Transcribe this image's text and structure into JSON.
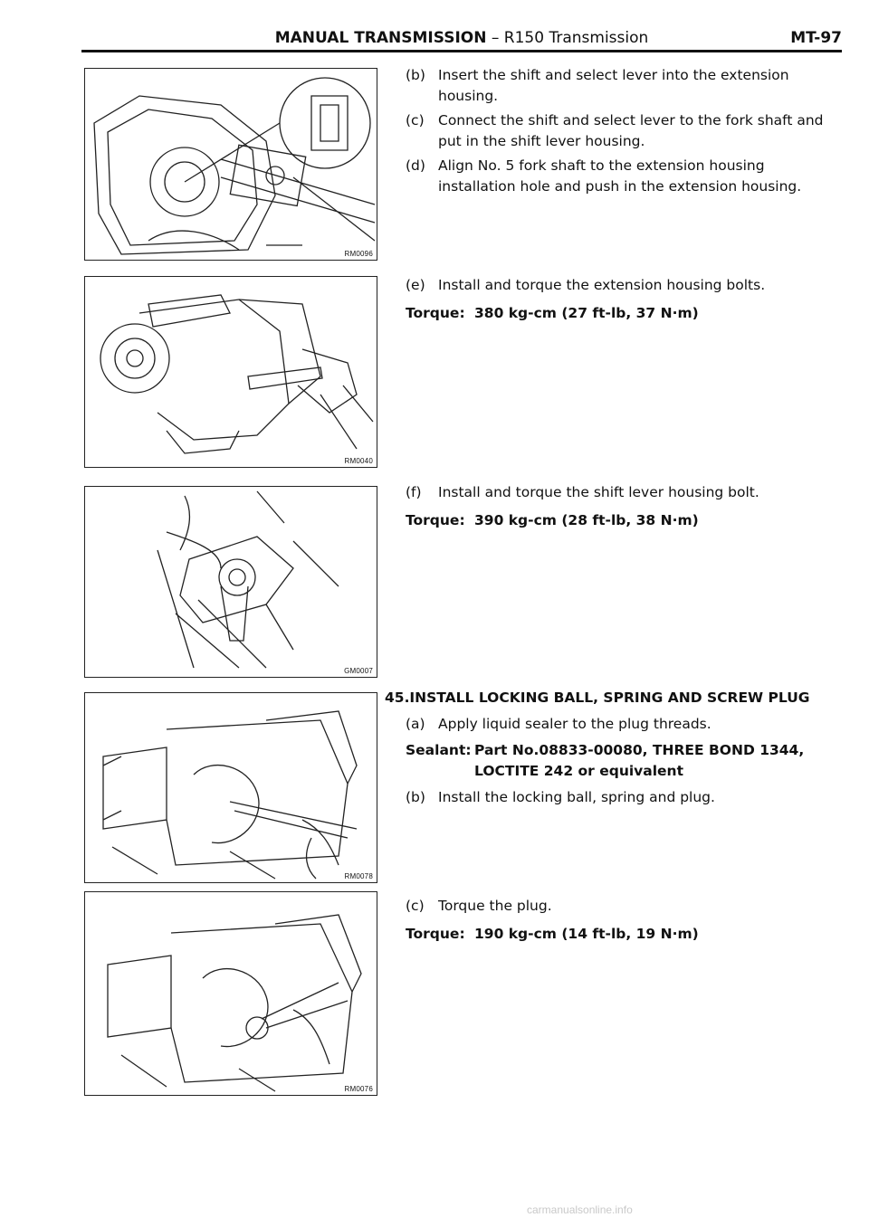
{
  "header": {
    "title_bold": "MANUAL TRANSMISSION",
    "title_rest": " – R150 Transmission",
    "page": "MT-97"
  },
  "figures": [
    {
      "code": "RM0096"
    },
    {
      "code": "RM0040"
    },
    {
      "code": "GM0007"
    },
    {
      "code": "RM0078"
    },
    {
      "code": "RM0076"
    }
  ],
  "steps": {
    "b": {
      "label": "(b)",
      "text": "Insert the shift and select lever into the extension housing."
    },
    "c": {
      "label": "(c)",
      "text": "Connect the shift and select lever to the fork shaft and put in the shift lever housing."
    },
    "d": {
      "label": "(d)",
      "text": "Align No. 5 fork shaft to the extension housing installation hole and push in the extension housing."
    },
    "e": {
      "label": "(e)",
      "text": "Install and torque the extension housing bolts.",
      "spec_key": "Torque:",
      "spec_val": "380 kg-cm (27 ft-lb, 37 N·m)"
    },
    "f": {
      "label": "(f)",
      "text": "Install and torque the shift lever housing bolt.",
      "spec_key": "Torque:",
      "spec_val": "390 kg-cm (28 ft-lb, 38 N·m)"
    }
  },
  "section45": {
    "number": "45.",
    "title": "INSTALL LOCKING BALL, SPRING AND SCREW PLUG",
    "a": {
      "label": "(a)",
      "text": "Apply liquid sealer to the plug threads.",
      "spec_key": "Sealant:",
      "spec_val1": "Part No.08833-00080, THREE BOND 1344,",
      "spec_val2": "LOCTITE 242 or equivalent"
    },
    "b": {
      "label": "(b)",
      "text": "Install the locking ball, spring and plug."
    },
    "c": {
      "label": "(c)",
      "text": "Torque the plug.",
      "spec_key": "Torque:",
      "spec_val": "190 kg-cm (14 ft-lb, 19 N·m)"
    }
  },
  "footer": {
    "watermark": "carmanualsonline.info"
  }
}
